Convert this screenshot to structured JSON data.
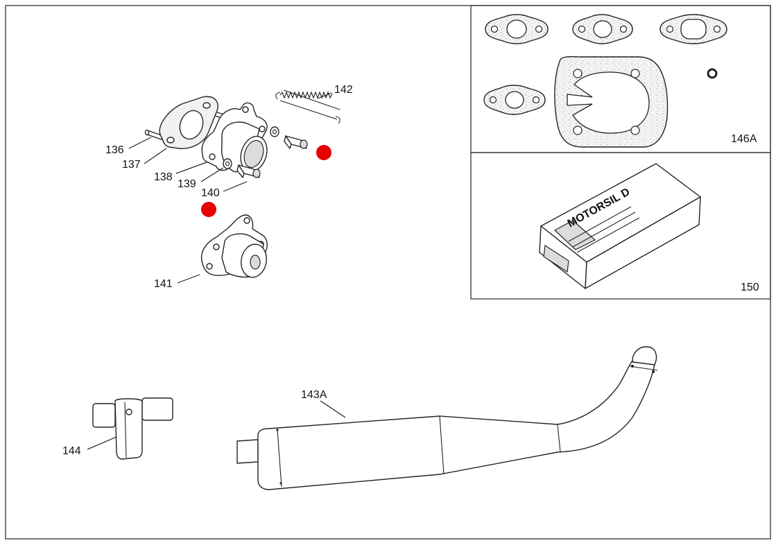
{
  "colors": {
    "marker": "#e60000",
    "line": "#222222",
    "gasket_fill": "#f1f1f1"
  },
  "labels": {
    "p136": "136",
    "p137": "137",
    "p138": "138",
    "p139": "139",
    "p140": "140",
    "p141": "141",
    "p142": "142",
    "p143a": "143A",
    "p144": "144",
    "p146a": "146A",
    "p150": "150"
  },
  "product_box": {
    "brand": "MOTORSIL D"
  }
}
